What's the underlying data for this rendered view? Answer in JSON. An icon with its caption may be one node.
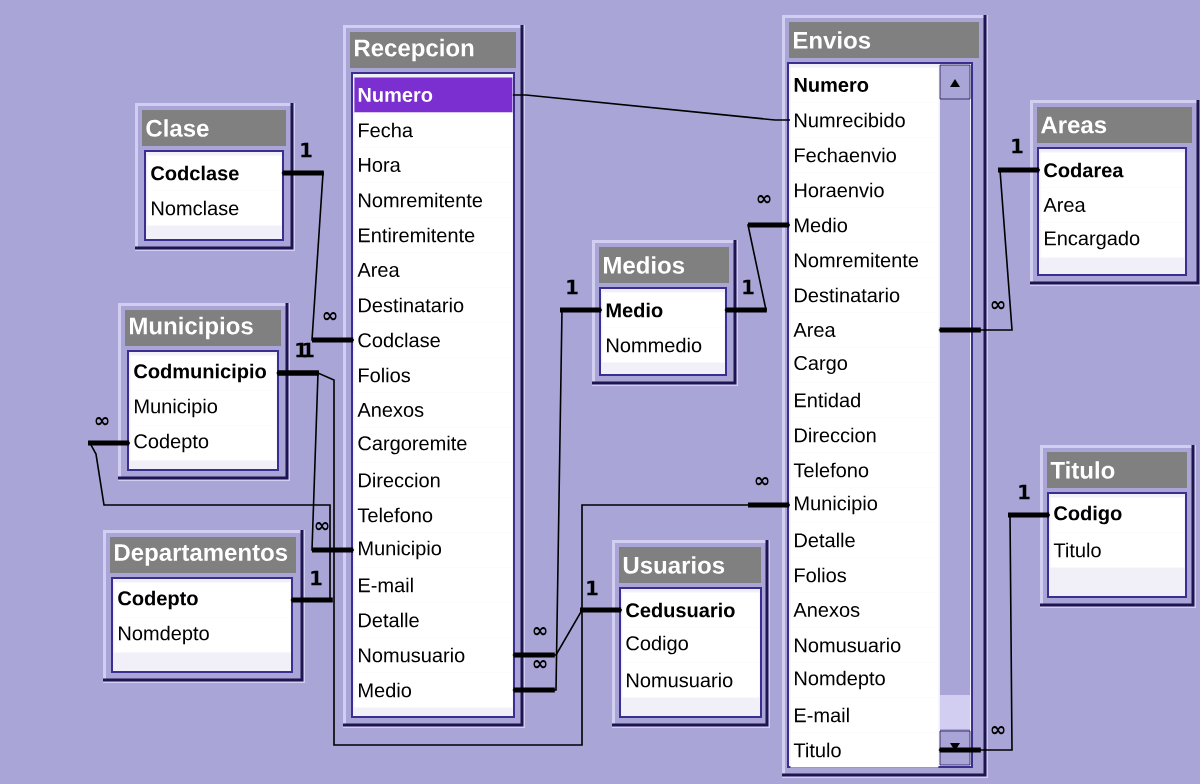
{
  "diagram": {
    "nodes": [
      {
        "text": [
          "Clase"
        ]
      },
      {
        "text": [
          "Codclase"
        ],
        "in": 0
      },
      {
        "text": [
          "Nomclase"
        ],
        "in": 0
      },
      {
        "text": [
          "Municipios"
        ]
      },
      {
        "text": [
          "Codmunicipio"
        ],
        "in": 3
      },
      {
        "text": [
          "Municipio"
        ],
        "in": 3
      },
      {
        "text": [
          "Codepto"
        ],
        "in": 3
      },
      {
        "text": [
          "Departamentos"
        ]
      },
      {
        "text": [
          "Codepto"
        ],
        "in": 7
      },
      {
        "text": [
          "Nomdepto"
        ],
        "in": 7
      },
      {
        "text": [
          "Recepcion"
        ]
      },
      {
        "text": [
          "Numero"
        ],
        "in": 10
      },
      {
        "text": [
          "Fecha"
        ],
        "in": 10
      },
      {
        "text": [
          "Hora"
        ],
        "in": 10
      },
      {
        "text": [
          "Nomremitente"
        ],
        "in": 10
      },
      {
        "text": [
          "Entiremitente"
        ],
        "in": 10
      },
      {
        "text": [
          "Area"
        ],
        "in": 10
      },
      {
        "text": [
          "Destinatario"
        ],
        "in": 10
      },
      {
        "text": [
          "Codclase"
        ],
        "in": 10
      },
      {
        "text": [
          "Folios"
        ],
        "in": 10
      },
      {
        "text": [
          "Anexos"
        ],
        "in": 10
      },
      {
        "text": [
          "Cargoremite"
        ],
        "in": 10
      },
      {
        "text": [
          "Direccion"
        ],
        "in": 10
      },
      {
        "text": [
          "Telefono"
        ],
        "in": 10
      },
      {
        "text": [
          "Municipio"
        ],
        "in": 10
      },
      {
        "text": [
          "E-mail"
        ],
        "in": 10
      },
      {
        "text": [
          "Detalle"
        ],
        "in": 10
      },
      {
        "text": [
          "Nomusuario"
        ],
        "in": 10
      },
      {
        "text": [
          "Medio"
        ],
        "in": 10
      },
      {
        "text": [
          "Medios"
        ]
      },
      {
        "text": [
          "Medio"
        ],
        "in": 29
      },
      {
        "text": [
          "Nommedio"
        ],
        "in": 29
      },
      {
        "text": [
          "Usuarios"
        ]
      },
      {
        "text": [
          "Cedusuario"
        ],
        "in": 32
      },
      {
        "text": [
          "Codigo"
        ],
        "in": 32
      },
      {
        "text": [
          "Nomusuario"
        ],
        "in": 32
      },
      {
        "text": [
          "Envios"
        ]
      },
      {
        "text": [
          "Numero"
        ],
        "in": 36
      },
      {
        "text": [
          "Numrecibido"
        ],
        "in": 36
      },
      {
        "text": [
          "Fechaenvio"
        ],
        "in": 36
      },
      {
        "text": [
          "Horaenvio"
        ],
        "in": 36
      },
      {
        "text": [
          "Medio"
        ],
        "in": 36
      },
      {
        "text": [
          "Nomremitente"
        ],
        "in": 36
      },
      {
        "text": [
          "Destinatario"
        ],
        "in": 36
      },
      {
        "text": [
          "Area"
        ],
        "in": 36
      },
      {
        "text": [
          "Cargo"
        ],
        "in": 36
      },
      {
        "text": [
          "Entidad"
        ],
        "in": 36
      },
      {
        "text": [
          "Direccion"
        ],
        "in": 36
      },
      {
        "text": [
          "Telefono"
        ],
        "in": 36
      },
      {
        "text": [
          "Municipio"
        ],
        "in": 36
      },
      {
        "text": [
          "Detalle"
        ],
        "in": 36
      },
      {
        "text": [
          "Folios"
        ],
        "in": 36
      },
      {
        "text": [
          "Anexos"
        ],
        "in": 36
      },
      {
        "text": [
          "Nomusuario"
        ],
        "in": 36
      },
      {
        "text": [
          "Nomdepto"
        ],
        "in": 36
      },
      {
        "text": [
          "E-mail"
        ],
        "in": 36
      },
      {
        "text": [
          "Titulo"
        ],
        "in": 36
      },
      {
        "text": [
          "Areas"
        ]
      },
      {
        "text": [
          "Codarea"
        ],
        "in": 57
      },
      {
        "text": [
          "Area"
        ],
        "in": 57
      },
      {
        "text": [
          "Encargado"
        ],
        "in": 57
      },
      {
        "text": [
          "Titulo"
        ]
      },
      {
        "text": [
          "Codigo"
        ],
        "in": 61
      },
      {
        "text": [
          "Titulo"
        ],
        "in": 61
      }
    ],
    "edges": [
      {
        "from": 1,
        "to": 18,
        "arrow": "other"
      },
      {
        "from": 4,
        "to": 24,
        "arrow": "other"
      },
      {
        "from": 4,
        "to": 49,
        "arrow": "other"
      },
      {
        "from": 8,
        "to": 6,
        "arrow": "other"
      },
      {
        "from": 11,
        "to": 38,
        "arrow": "none"
      },
      {
        "from": 30,
        "to": 28,
        "arrow": "other"
      },
      {
        "from": 33,
        "to": 27,
        "arrow": "other"
      },
      {
        "from": 30,
        "to": 41,
        "arrow": "other"
      },
      {
        "from": 58,
        "to": 44,
        "arrow": "other"
      },
      {
        "from": 62,
        "to": 56,
        "arrow": "other"
      }
    ],
    "labels": [
      "1",
      "1",
      "∞",
      "1",
      "1",
      "∞",
      "∞",
      "1",
      "1",
      "∞",
      "∞",
      "1",
      "∞",
      "1",
      "1",
      "∞",
      "∞",
      "∞"
    ]
  }
}
